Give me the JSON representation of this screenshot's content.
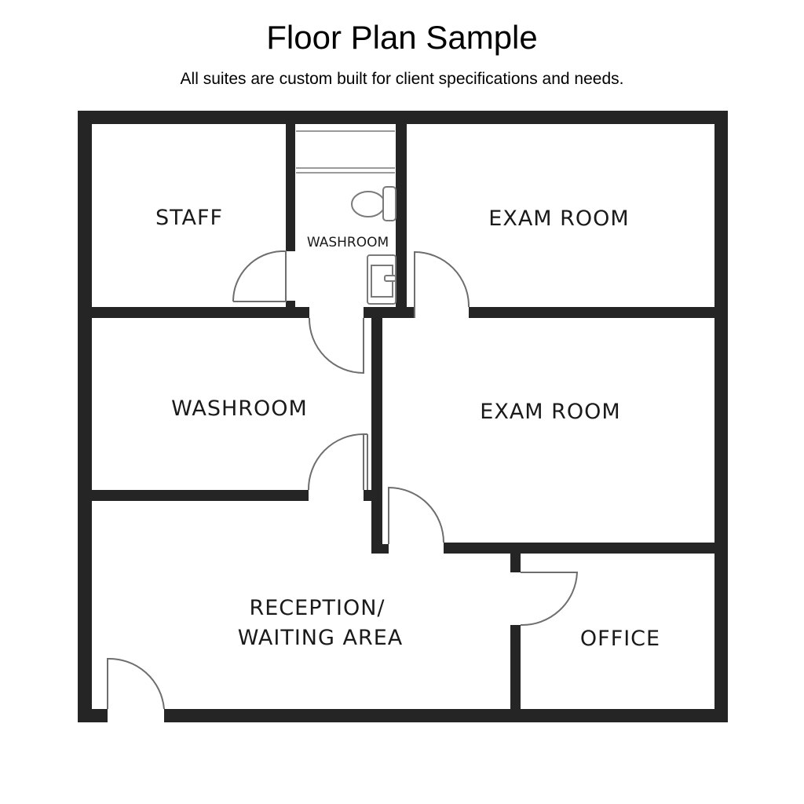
{
  "header": {
    "title": "Floor Plan Sample",
    "subtitle": "All suites are custom built for client specifications and needs."
  },
  "colors": {
    "wall": "#252525",
    "background": "#ffffff",
    "door_line": "#6e6e6e",
    "label": "#1a1a1a"
  },
  "rooms": [
    {
      "id": "staff",
      "label": "STAFF"
    },
    {
      "id": "washroom-small",
      "label": "WASHROOM"
    },
    {
      "id": "exam-room-1",
      "label": "EXAM ROOM"
    },
    {
      "id": "washroom",
      "label": "WASHROOM"
    },
    {
      "id": "exam-room-2",
      "label": "EXAM ROOM"
    },
    {
      "id": "reception",
      "label_line1": "RECEPTION/",
      "label_line2": "WAITING AREA"
    },
    {
      "id": "office",
      "label": "OFFICE"
    }
  ],
  "fixtures": [
    {
      "id": "toilet",
      "room": "washroom-small"
    },
    {
      "id": "sink",
      "room": "washroom-small"
    },
    {
      "id": "shelving",
      "room": "washroom-small"
    }
  ],
  "doors": [
    {
      "id": "staff-door"
    },
    {
      "id": "small-washroom-door"
    },
    {
      "id": "exam-room-1-door"
    },
    {
      "id": "washroom-door"
    },
    {
      "id": "exam-room-2-door"
    },
    {
      "id": "office-door"
    },
    {
      "id": "entrance-door"
    }
  ]
}
